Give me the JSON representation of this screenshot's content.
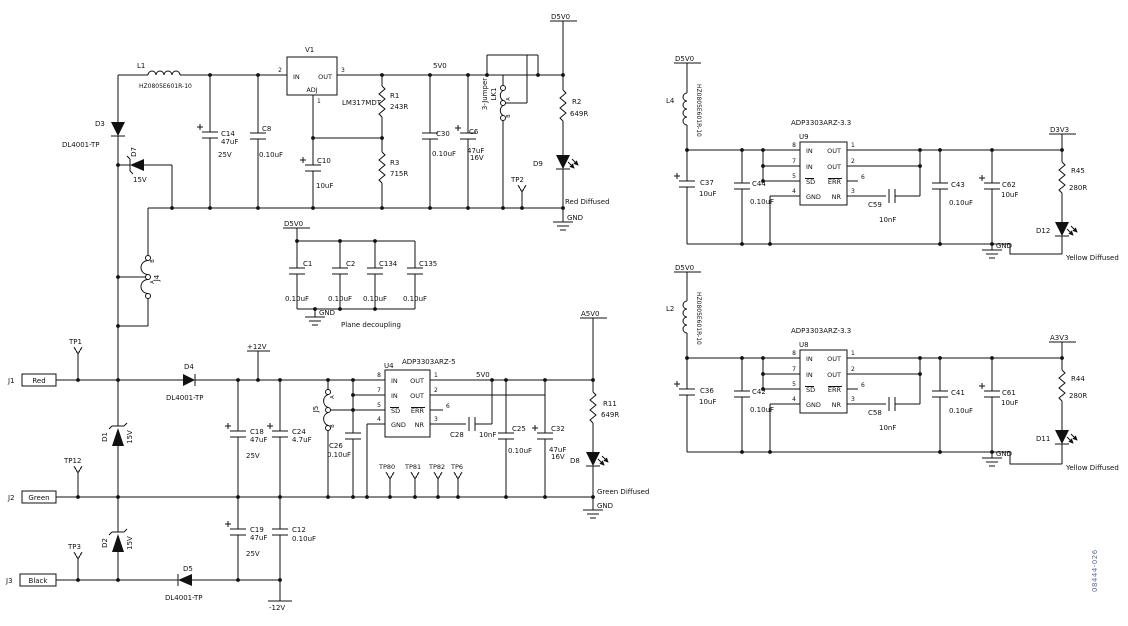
{
  "figure_number": "08444-026",
  "colors": {
    "ink": "#111111",
    "figure_number": "#5a6d9c",
    "background": "#ffffff"
  },
  "nets": {
    "d5v0": "D5V0",
    "v5": "5V0",
    "a5v0": "A5V0",
    "d3v3": "D3V3",
    "a3v3": "A3V3",
    "p12": "+12V",
    "m12": "-12V",
    "gnd": "GND"
  },
  "pins": {
    "in": "IN",
    "out": "OUT",
    "adj": "ADJ",
    "sd": "SD",
    "err": "ERR",
    "gnd": "GND",
    "nr": "NR",
    "n1": "1",
    "n2": "2",
    "n3": "3",
    "n4": "4",
    "n5": "5",
    "n6": "6",
    "n7": "7",
    "n8": "8"
  },
  "parts": {
    "rectifier": "DL4001-TP",
    "ferrite_bead": "HZ0805E601R-10",
    "lm317": "LM317MDT",
    "adp3303_5": "ADP3303ARZ-5",
    "adp3303_33": "ADP3303ARZ-3.3",
    "jumper3": "3-Jumper"
  },
  "values": {
    "c100n": "0.10uF",
    "c47u": "47uF",
    "c10u": "10uF",
    "c4u7": "4.7uF",
    "c10n": "10nF",
    "v25": "25V",
    "v16": "16V",
    "v15": "15V",
    "r243": "243R",
    "r715": "715R",
    "r649": "649R",
    "r280": "280R"
  },
  "jumper_pins": {
    "a": "A",
    "b": "B"
  },
  "regulator_5v": {
    "l1": "L1",
    "v1": "V1",
    "d3": "D3",
    "d7": "D7",
    "c14": "C14",
    "c8": "C8",
    "c10": "C10",
    "r1": "R1",
    "r3": "R3",
    "c30": "C30",
    "c6": "C6",
    "lk1": "LK1",
    "r2": "R2",
    "tp2": "TP2",
    "d9": "D9",
    "d9_desc": "Red Diffused"
  },
  "plane": {
    "c1": "C1",
    "c2": "C2",
    "c134": "C134",
    "c135": "C135",
    "caption": "Plane decoupling"
  },
  "inputs": {
    "j1": "J1",
    "j1_name": "Red",
    "tp1": "TP1",
    "d4": "D4",
    "d1": "D1",
    "j4": "J4",
    "j2": "J2",
    "j2_name": "Green",
    "tp12": "TP12",
    "d2": "D2",
    "j3": "J3",
    "j3_name": "Black",
    "tp3": "TP3",
    "d5": "D5",
    "c18": "C18",
    "c24": "C24",
    "c19": "C19",
    "c12": "C12"
  },
  "regulator_a5v": {
    "u4": "U4",
    "j5": "J5",
    "c26": "C26",
    "c28": "C28",
    "c25": "C25",
    "c32": "C32",
    "tp80": "TP80",
    "tp81": "TP81",
    "tp82": "TP82",
    "tp6": "TP6",
    "r11": "R11",
    "d8": "D8",
    "d8_desc": "Green Diffused"
  },
  "regulator_d3v3": {
    "u9": "U9",
    "l4": "L4",
    "c37": "C37",
    "c44": "C44",
    "c59": "C59",
    "c43": "C43",
    "c62": "C62",
    "r45": "R45",
    "d12": "D12",
    "d12_desc": "Yellow Diffused"
  },
  "regulator_a3v3": {
    "u8": "U8",
    "l2": "L2",
    "c36": "C36",
    "c42": "C42",
    "c58": "C58",
    "c41": "C41",
    "c61": "C61",
    "r44": "R44",
    "d11": "D11",
    "d11_desc": "Yellow Diffused"
  }
}
